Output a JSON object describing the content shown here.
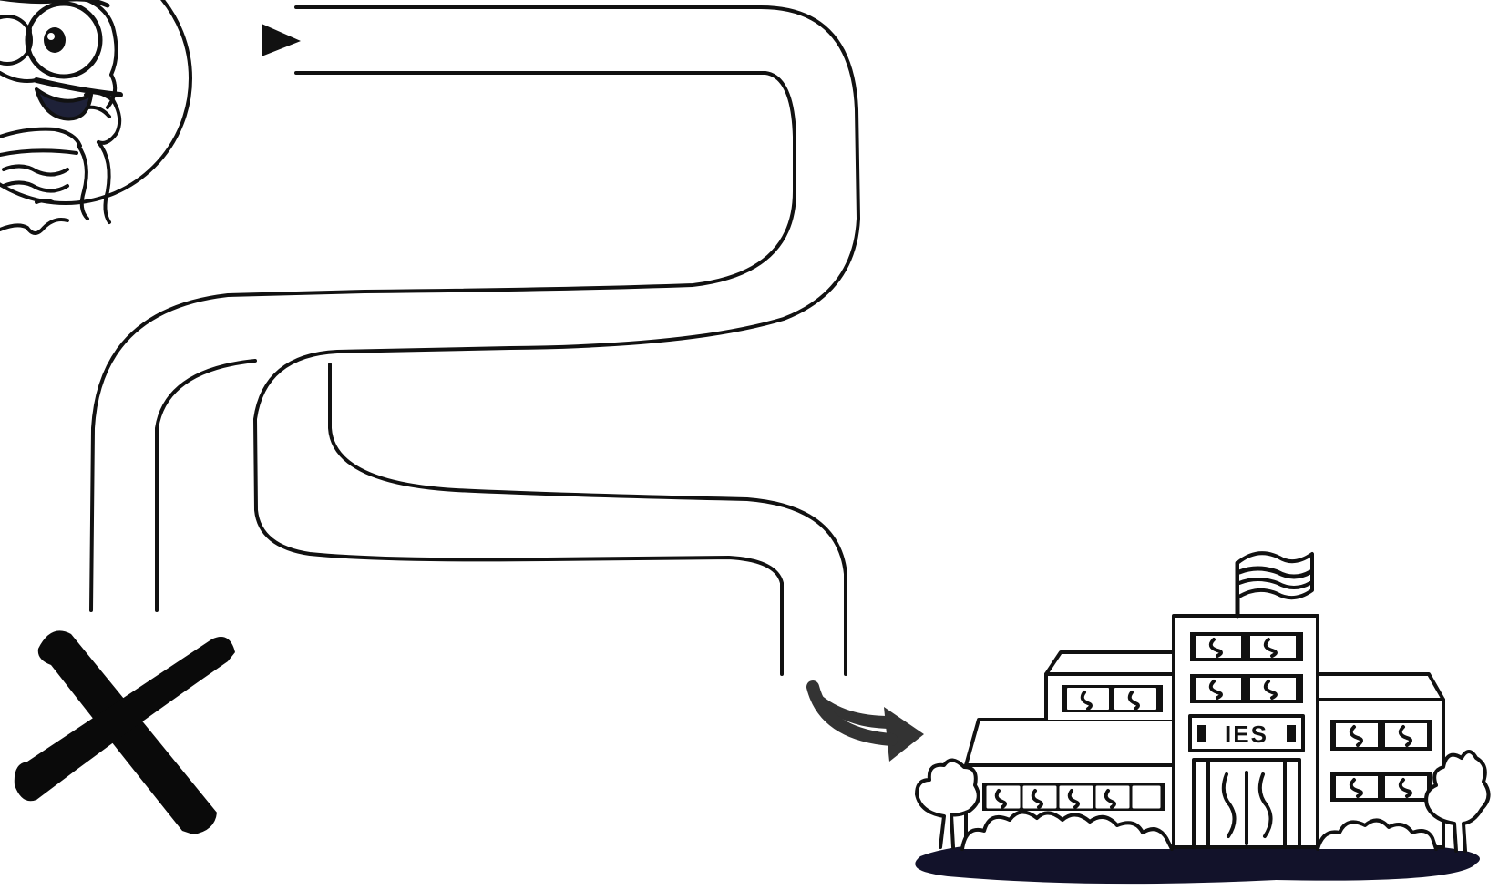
{
  "scene": {
    "background_color": "#ffffff",
    "ink_color": "#111111",
    "arrow_color": "#333333",
    "dead_end_mark_color": "#0a0a0a",
    "shadow_color": "#12122a"
  },
  "school": {
    "sign_text": "IES"
  },
  "icons": {
    "start_marker": "play-triangle-icon",
    "dead_end_marker": "cross-x-icon",
    "exit_arrow": "curved-arrow-icon",
    "character": "student-with-glasses-portrait",
    "goal": "school-building-illustration"
  }
}
